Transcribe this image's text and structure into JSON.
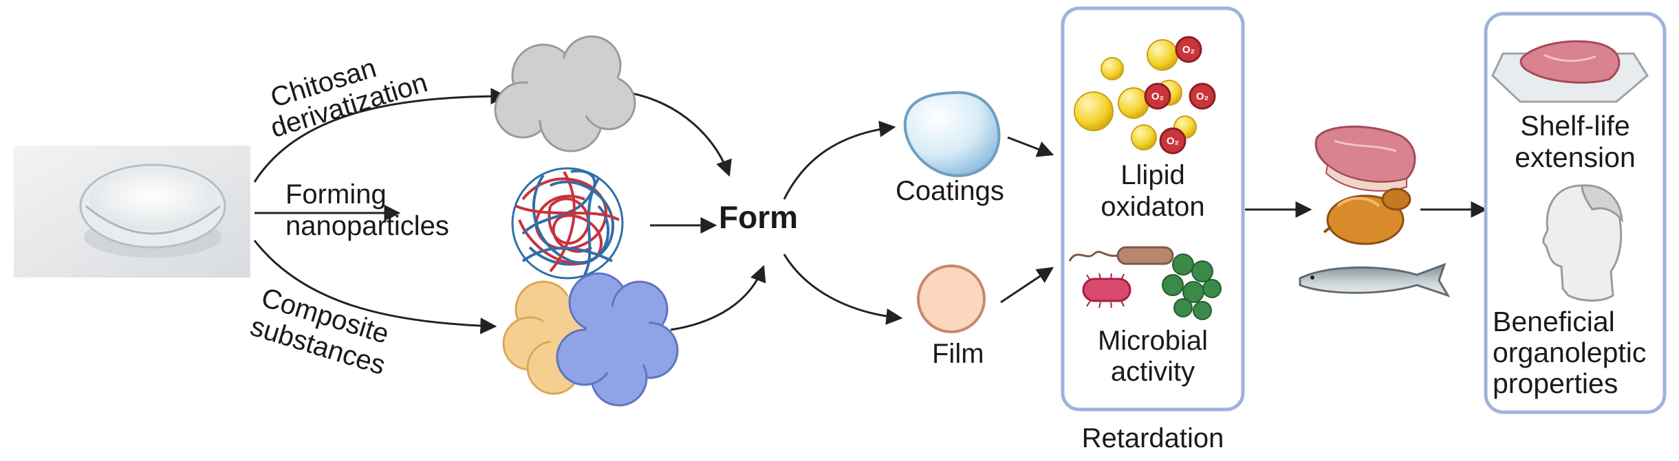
{
  "left_labels": {
    "top_line1": "Chitosan",
    "top_line2": "derivatization",
    "mid_line1": "Forming",
    "mid_line2": "nanoparticles",
    "bot_line1": "Composite",
    "bot_line2": "substances"
  },
  "center_label": "Form",
  "forms": {
    "coatings": "Coatings",
    "film": "Film"
  },
  "retardation_box": {
    "lipid_line1": "Llipid",
    "lipid_line2": "oxidaton",
    "microbial_line1": "Microbial",
    "microbial_line2": "activity",
    "caption": "Retardation",
    "o2_symbol": "O₂"
  },
  "outcomes_box": {
    "shelf_line1": "Shelf-life",
    "shelf_line2": "extension",
    "benefit_line1": "Beneficial",
    "benefit_line2": "organoleptic",
    "benefit_line3": "properties"
  },
  "colors": {
    "box_border": "#9fb2dc",
    "arrow": "#222222",
    "coating_bubble": "#cfe6f5",
    "film_disc": "#fbd7c0",
    "lipid_droplet": "#f4d32c",
    "o2_circle": "#c9353a",
    "chitosan_red": "#c8323a",
    "chitosan_blue": "#2f6fa8",
    "composite_orange": "#f5cf8f",
    "composite_blue": "#8fa3e6"
  },
  "icons": [
    "chitosan-powder-bowl-icon",
    "gray-cloud-particle-icon",
    "tangled-nanoparticle-icon",
    "composite-blob-icon",
    "coating-bubble-icon",
    "film-disc-icon",
    "lipid-droplets-icon",
    "o2-molecule-icon",
    "bacteria-icon",
    "steak-icon",
    "roast-chicken-icon",
    "fish-icon",
    "packaged-meat-icon",
    "human-head-icon"
  ]
}
